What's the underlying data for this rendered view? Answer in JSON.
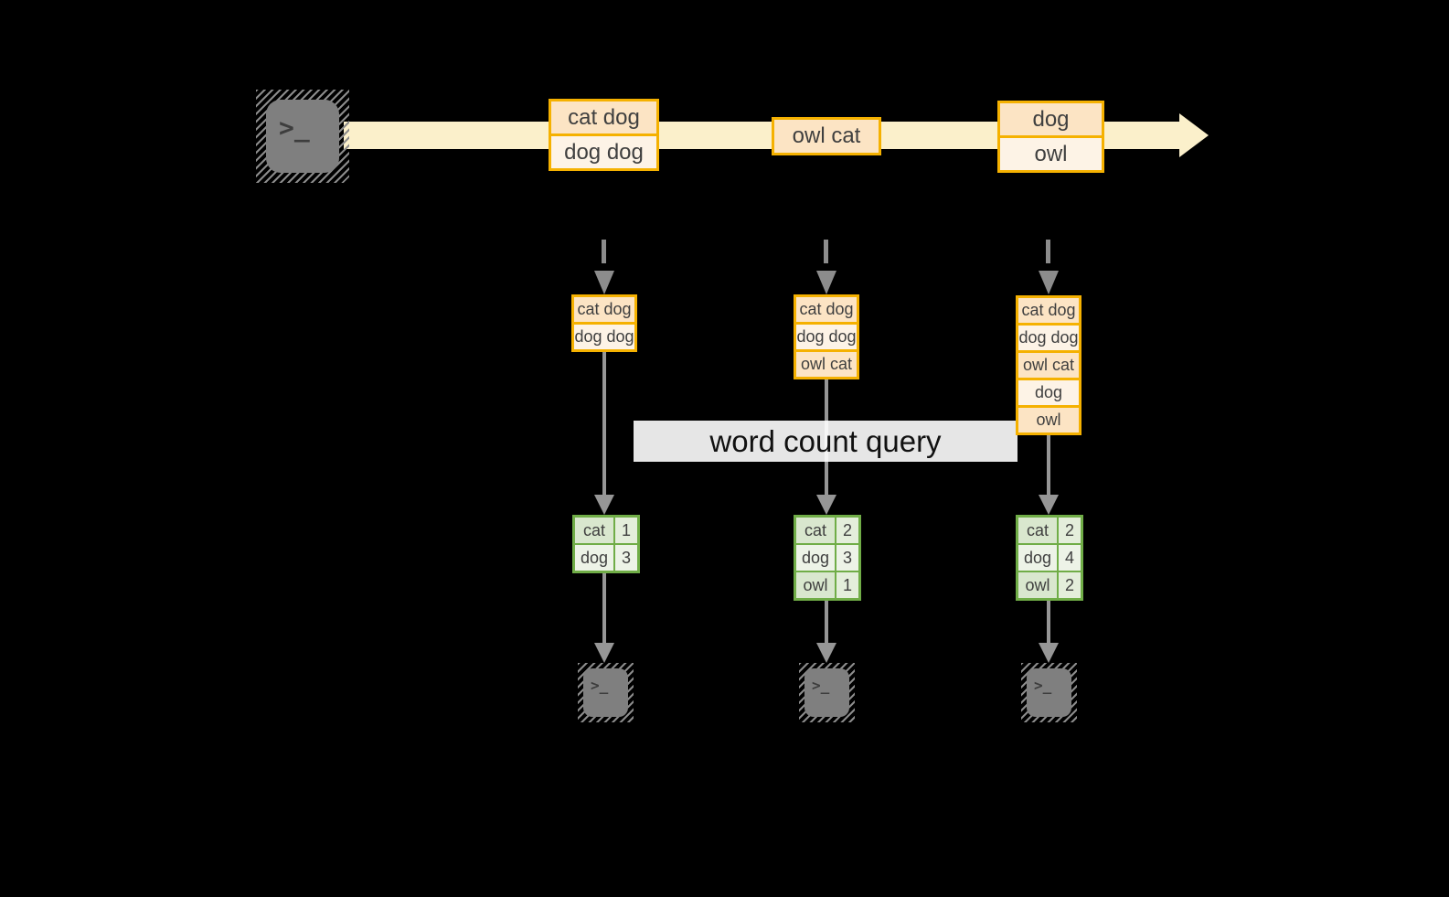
{
  "query_label": "word count query",
  "icons": {
    "terminal_glyph": ">_"
  },
  "stream": {
    "box1": [
      "cat dog",
      "dog dog"
    ],
    "box2": [
      "owl cat"
    ],
    "box3": [
      "dog",
      "owl"
    ]
  },
  "micro_batches": [
    {
      "items": [
        "cat dog",
        "dog dog"
      ]
    },
    {
      "items": [
        "cat dog",
        "dog dog",
        "owl cat"
      ]
    },
    {
      "items": [
        "cat dog",
        "dog dog",
        "owl cat",
        "dog",
        "owl"
      ]
    }
  ],
  "word_counts": [
    {
      "rows": [
        [
          "cat",
          "1"
        ],
        [
          "dog",
          "3"
        ]
      ]
    },
    {
      "rows": [
        [
          "cat",
          "2"
        ],
        [
          "dog",
          "3"
        ],
        [
          "owl",
          "1"
        ]
      ]
    },
    {
      "rows": [
        [
          "cat",
          "2"
        ],
        [
          "dog",
          "4"
        ],
        [
          "owl",
          "2"
        ]
      ]
    }
  ],
  "colors": {
    "background": "#000000",
    "amber_border": "#f5b100",
    "cell_dark": "#fce4c4",
    "cell_light": "#fdf3e6",
    "stream_band": "#fbf0cb",
    "green_border": "#70ad47",
    "green_dark": "#d9e7ce",
    "green_mid": "#e4eedb",
    "green_light": "#edf3e7",
    "arrow_gray": "#969696",
    "arrow_gray_dash": "#8c8c8c",
    "terminal_gray": "#7f7f7f"
  }
}
